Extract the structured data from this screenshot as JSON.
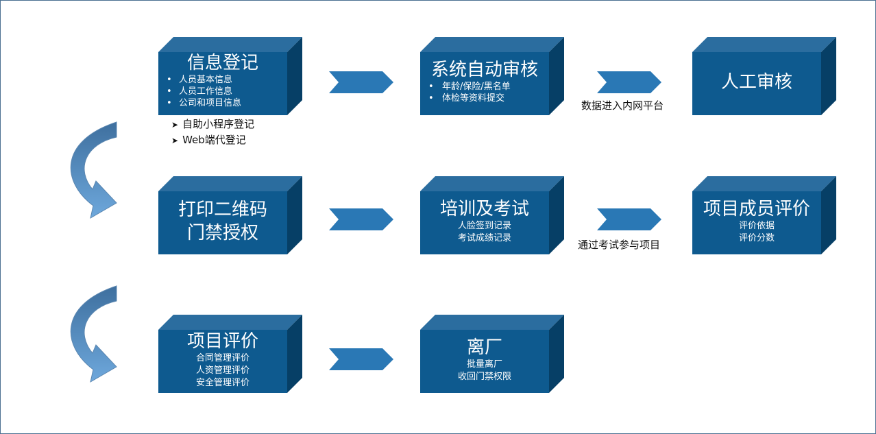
{
  "row1": {
    "box1": {
      "title": "信息登记",
      "bullets": [
        "人员基本信息",
        "人员工作信息",
        "公司和项目信息"
      ]
    },
    "box2": {
      "title": "系统自动审核",
      "bullets": [
        "年龄/保险/黑名单",
        "体检等资料提交"
      ]
    },
    "box3": {
      "title": "人工审核"
    },
    "connector2_label": "数据进入内网平台",
    "box1_methods": [
      "自助小程序登记",
      "Web端代登记"
    ]
  },
  "row2": {
    "box1": {
      "title_line1": "打印二维码",
      "title_line2": "门禁授权"
    },
    "box2": {
      "title": "培训及考试",
      "lines": [
        "人脸签到记录",
        "考试成绩记录"
      ]
    },
    "box3": {
      "title": "项目成员评价",
      "lines": [
        "评价依据",
        "评价分数"
      ]
    },
    "connector2_label": "通过考试参与项目"
  },
  "row3": {
    "box1": {
      "title": "项目评价",
      "lines": [
        "合同管理评价",
        "人资管理评价",
        "安全管理评价"
      ]
    },
    "box2": {
      "title": "离厂",
      "lines": [
        "批量离厂",
        "收回门禁权限"
      ]
    }
  },
  "colors": {
    "front": "#0e5a8f",
    "top": "#2b6d9f",
    "side": "#063f66",
    "arrow": "#2a78b5",
    "curve_light": "#6aa3d8",
    "curve_dark": "#2d5f90",
    "border": "#4a6f91"
  }
}
